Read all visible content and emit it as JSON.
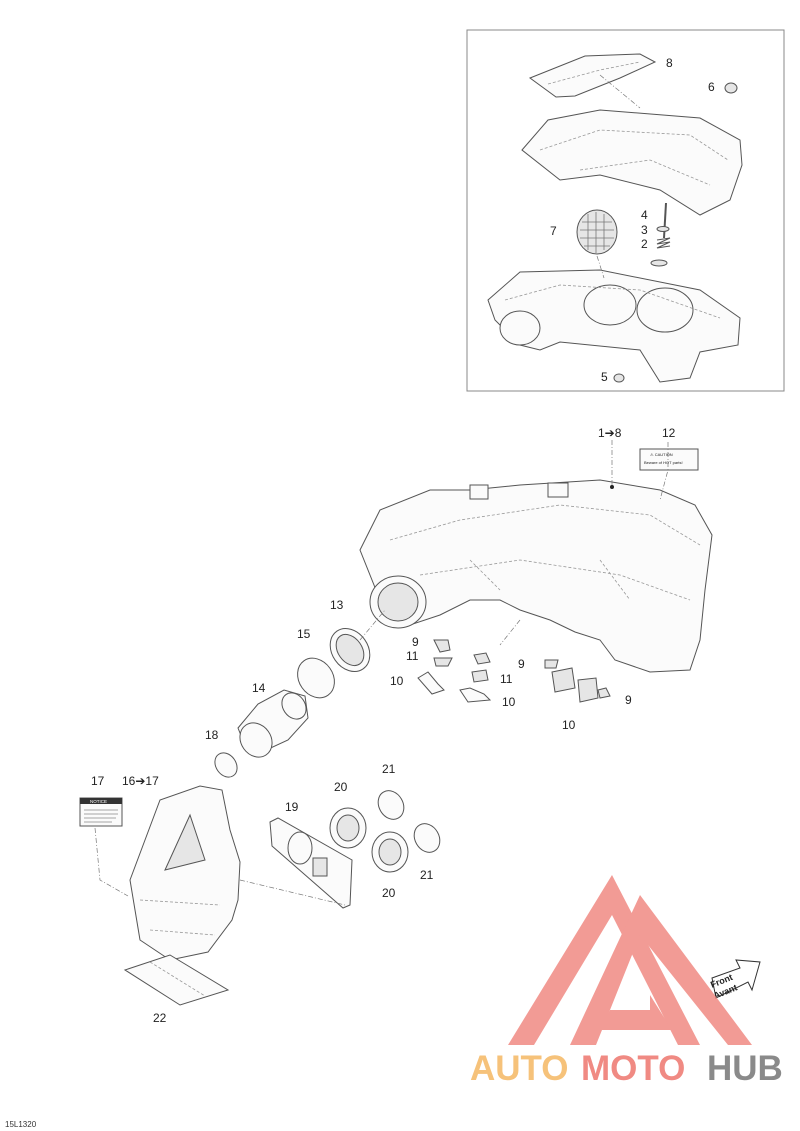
{
  "callouts": {
    "c1to8": "1➔8",
    "c2": "2",
    "c3": "3",
    "c4": "4",
    "c5": "5",
    "c6": "6",
    "c7": "7",
    "c8": "8",
    "c9a": "9",
    "c9b": "9",
    "c9c": "9",
    "c10a": "10",
    "c10b": "10",
    "c10c": "10",
    "c11a": "11",
    "c11b": "11",
    "c12": "12",
    "c13": "13",
    "c14": "14",
    "c15": "15",
    "c16to17": "16➔17",
    "c17": "17",
    "c18": "18",
    "c19": "19",
    "c20a": "20",
    "c20b": "20",
    "c21a": "21",
    "c21b": "21",
    "c22": "22"
  },
  "labels": {
    "caution_title": "⚠ CAUTION",
    "caution_text": "Beware of HOT parts!",
    "notice_title": "NOTICE",
    "front": "Front",
    "avant": "Avant"
  },
  "watermark": {
    "auto": "AUTO",
    "moto": "MOTO",
    "hub": "HUB"
  },
  "figure_code": "15L1320",
  "colors": {
    "watermark_red": "#f08a83",
    "watermark_orange": "#f6c27a",
    "watermark_gray": "#8a8a8a"
  }
}
